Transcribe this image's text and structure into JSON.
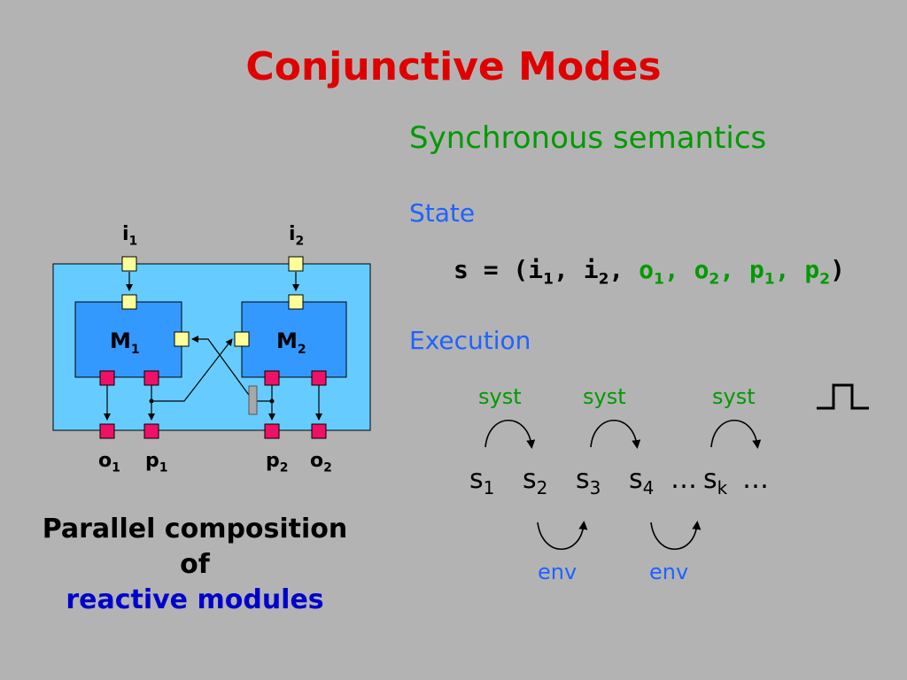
{
  "title": "Conjunctive Modes",
  "subtitle": "Synchronous semantics",
  "state": {
    "heading": "State",
    "eq_prefix": "s = (",
    "vars": [
      {
        "base": "i",
        "sub": "1",
        "sep": ", "
      },
      {
        "base": "i",
        "sub": "2",
        "sep": ", "
      },
      {
        "base": "o",
        "sub": "1",
        "sep": ", "
      },
      {
        "base": "o",
        "sub": "2",
        "sep": ", "
      },
      {
        "base": "p",
        "sub": "1",
        "sep": ", "
      },
      {
        "base": "p",
        "sub": "2",
        "sep": ""
      }
    ],
    "eq_suffix": ")"
  },
  "execution": {
    "heading": "Execution",
    "syst_label": "syst",
    "env_label": "env",
    "states": [
      {
        "base": "s",
        "sub": "1"
      },
      {
        "base": "s",
        "sub": "2"
      },
      {
        "base": "s",
        "sub": "3"
      },
      {
        "base": "s",
        "sub": "4"
      },
      {
        "base": "…",
        "sub": ""
      },
      {
        "base": "s",
        "sub": "k"
      },
      {
        "base": "…",
        "sub": ""
      }
    ]
  },
  "diagram": {
    "modules": [
      {
        "base": "M",
        "sub": "1"
      },
      {
        "base": "M",
        "sub": "2"
      }
    ],
    "inputs": [
      {
        "base": "i",
        "sub": "1"
      },
      {
        "base": "i",
        "sub": "2"
      }
    ],
    "outputs": [
      {
        "base": "o",
        "sub": "1"
      },
      {
        "base": "p",
        "sub": "1"
      },
      {
        "base": "p",
        "sub": "2"
      },
      {
        "base": "o",
        "sub": "2"
      }
    ],
    "colors": {
      "outer": "#66ccff",
      "module": "#3399ff",
      "in_port": "#ffff99",
      "out_port": "#ee1166",
      "latch": "#a8a8a8"
    }
  },
  "caption": {
    "line1": "Parallel composition of",
    "line2": "reactive modules"
  }
}
